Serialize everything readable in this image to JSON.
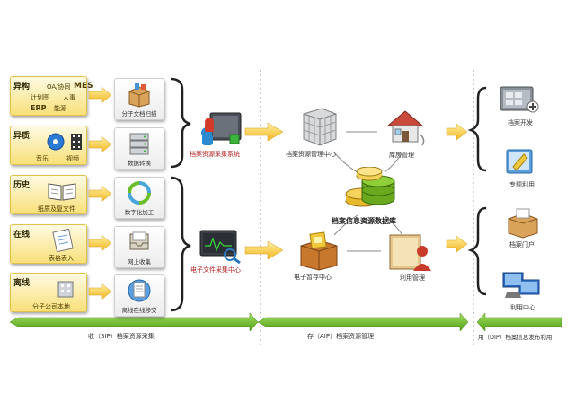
{
  "sources": [
    {
      "tag": "异构",
      "lines": [
        "OA/协同",
        "MES",
        "计划图",
        "人事",
        "ERP",
        "能源"
      ],
      "box_label": "分子文档扫描"
    },
    {
      "tag": "异质",
      "lines": [
        "音乐",
        "视频"
      ],
      "box_label": "数据转换"
    },
    {
      "tag": "历史",
      "lines": [
        "纸质及复文件"
      ],
      "box_label": "数字化加工"
    },
    {
      "tag": "在线",
      "lines": [
        "表格表入"
      ],
      "box_label": "网上收集"
    },
    {
      "tag": "离线",
      "lines": [
        "分子公司本地"
      ],
      "box_label": "离线在线移交"
    }
  ],
  "collect_system": {
    "upper": "档案资源采集系统",
    "lower": "电子文件采集中心"
  },
  "middle": {
    "mgmt_center": "档案资源管理中心",
    "repo_mgmt": "库房管理",
    "database": "档案信息资源数据库",
    "efile_center": "电子暂存中心",
    "use_mgmt": "利用管理"
  },
  "right": [
    "档案开发",
    "专题利用",
    "档案门户",
    "利用中心"
  ],
  "bars": [
    {
      "label": "收（SIP）档案资源采集"
    },
    {
      "label": "存（AIP）档案资源管理"
    },
    {
      "label": "用（DIP）档案信息发布利用"
    }
  ],
  "colors": {
    "bar_green": "#66bb22",
    "card_yellow": "#f8e07a",
    "arrow_yellow": "#f7c842",
    "db_green": "#6aa91e",
    "db_gold": "#e6b82a"
  }
}
